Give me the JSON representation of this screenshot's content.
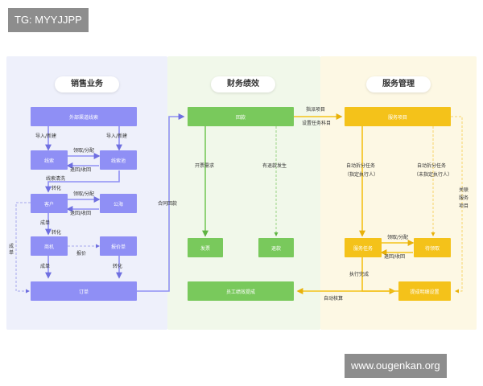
{
  "watermark_top": "TG: MYYJJPP",
  "watermark_bottom": "www.ougenkan.org",
  "headers": {
    "sales": "销售业务",
    "finance": "财务绩效",
    "service": "服务管理"
  },
  "boxes": {
    "external_leads": "外部渠道线索",
    "lead": "线索",
    "lead_pool": "线索池",
    "customer": "客户",
    "public_sea": "公海",
    "opportunity": "商机",
    "quote": "报价单",
    "order": "订单",
    "payment": "回款",
    "service_project": "服务项目",
    "invoice": "发票",
    "refund": "退款",
    "service_task": "服务任务",
    "pending_task": "待领取",
    "performance": "员工绩效提成",
    "settlement": "提成明细设置"
  },
  "labels": {
    "import_new_1": "导入/新建",
    "import_new_2": "导入/新建",
    "claim_assign_1": "领取/分配",
    "return_recover_1": "退回/收回",
    "lead_clean": "线索清洗",
    "convert_1": "转化",
    "claim_assign_2": "领取/分配",
    "return_recover_2": "退回/收回",
    "deal_1": "成单",
    "quote_link": "报价",
    "deal_2": "成单",
    "convert_2": "转化",
    "deal_side": "成单",
    "contract_payment": "合同回款",
    "invoice_demand": "开票需求",
    "refund_occur": "有退款发生",
    "assign_project": "指派项目",
    "set_task_subject": "设置任务科目",
    "auto_split_1": "自动拆分任务",
    "auto_split_1b": "（指定执行人）",
    "auto_split_2": "自动拆分任务",
    "auto_split_2b": "（未指定执行人）",
    "link_1": "关联",
    "link_2": "服务",
    "link_3": "项目",
    "claim_assign_3": "领取/分配",
    "return_recover_3": "退回/收回",
    "exec_done": "执行完成",
    "auto_settle": "自动核算"
  },
  "colors": {
    "sales": "#8f8ff5",
    "finance": "#79c95c",
    "service": "#f4c21a"
  }
}
